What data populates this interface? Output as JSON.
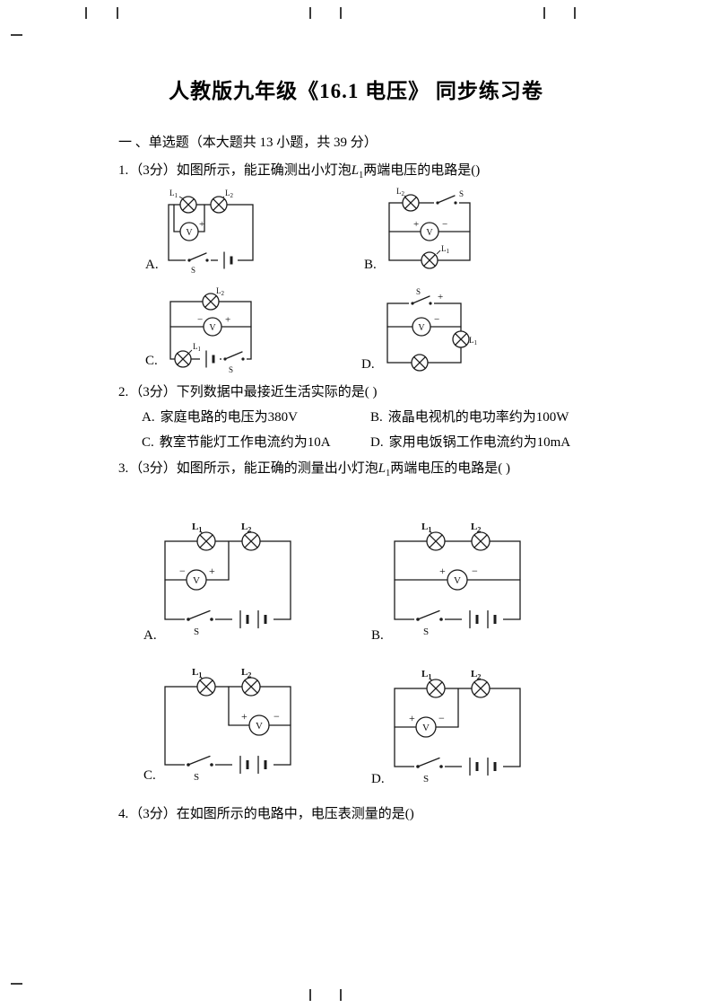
{
  "page": {
    "title": "人教版九年级《16.1 电压》 同步练习卷",
    "section": "一 、单选题（本大题共 13 小题，共 39 分）"
  },
  "symbols": {
    "lamp1_base": "L",
    "lamp1_sub": "1",
    "lamp2_base": "L",
    "lamp2_sub": "2",
    "voltmeter": "V",
    "switch": "S",
    "plus": "+",
    "minus": "−"
  },
  "q1": {
    "number": "1.",
    "score": "（3分）",
    "text_before": "如图所示，能正确测出小灯泡",
    "lamp_base": "L",
    "lamp_sub": "1",
    "text_after": "两端电压的电路是()",
    "figure_labels": [
      "A.",
      "B.",
      "C.",
      "D."
    ]
  },
  "q2": {
    "number": "2.",
    "score": "（3分）",
    "text": "下列数据中最接近生活实际的是( )",
    "options": [
      {
        "label": "A.",
        "text": "家庭电路的电压为380V"
      },
      {
        "label": "B.",
        "text": "液晶电视机的电功率约为100W"
      },
      {
        "label": "C.",
        "text": "教室节能灯工作电流约为10A"
      },
      {
        "label": "D.",
        "text": "家用电饭锅工作电流约为10mA"
      }
    ]
  },
  "q3": {
    "number": "3.",
    "score": "（3分）",
    "text_before": "如图所示，能正确的测量出小灯泡",
    "lamp_base": "L",
    "lamp_sub": "1",
    "text_after": "两端电压的电路是( )",
    "figure_labels": [
      "A.",
      "B.",
      "C.",
      "D."
    ]
  },
  "q4": {
    "number": "4.",
    "score": "（3分）",
    "text": "在如图所示的电路中，电压表测量的是()"
  }
}
